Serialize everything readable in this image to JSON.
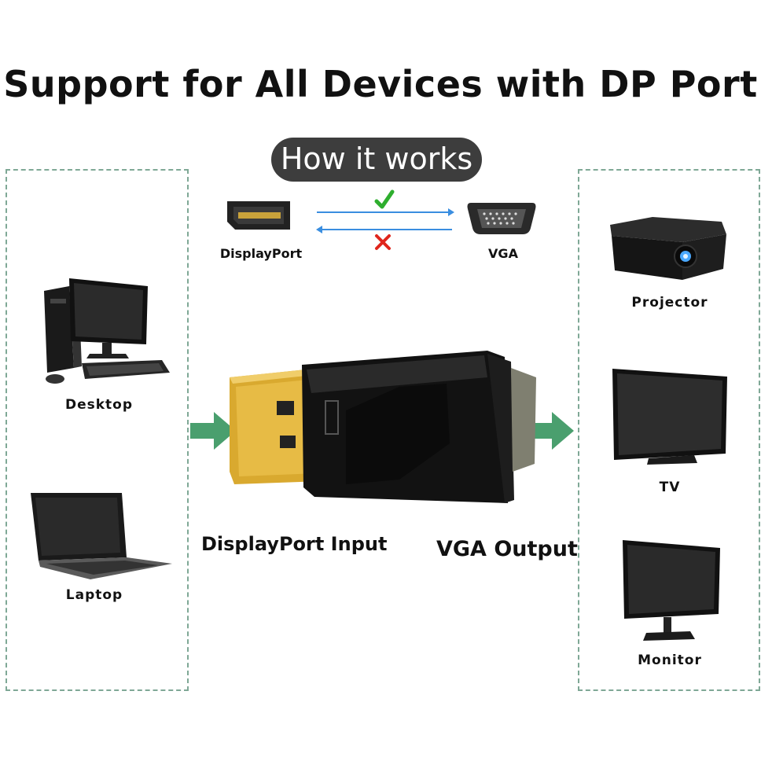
{
  "title": "Support for All Devices with DP Port",
  "how_it_works": "How it works",
  "diagram": {
    "source_label": "DisplayPort",
    "target_label": "VGA",
    "forward_icon": "check-icon",
    "reverse_icon": "cross-icon",
    "forward_color": "#2eae2e",
    "reverse_color": "#e0261c",
    "arrow_color": "#3a8ee0"
  },
  "input_devices": [
    {
      "label": "Desktop",
      "icon": "desktop-computer-icon"
    },
    {
      "label": "Laptop",
      "icon": "laptop-icon"
    }
  ],
  "output_devices": [
    {
      "label": "Projector",
      "icon": "projector-icon"
    },
    {
      "label": "TV",
      "icon": "tv-icon"
    },
    {
      "label": "Monitor",
      "icon": "monitor-icon"
    }
  ],
  "adapter": {
    "input_label": "DisplayPort Input",
    "output_label": "VGA Output",
    "flow_arrow_color": "#4a9f6e",
    "plug_color": "#d9a92f"
  }
}
